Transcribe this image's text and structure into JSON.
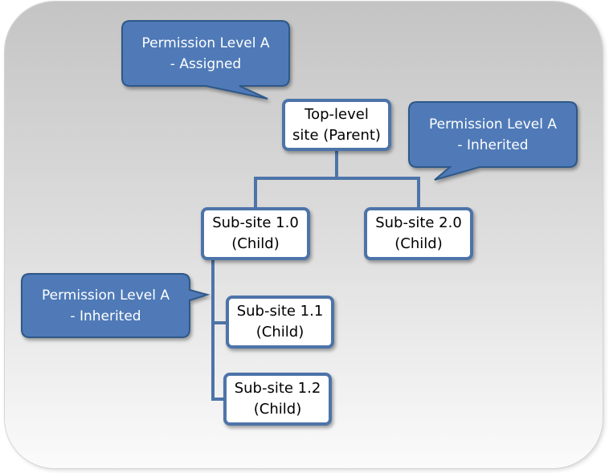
{
  "callouts": {
    "assigned": {
      "line1": "Permission Level A",
      "line2": "- Assigned"
    },
    "inherited_right": {
      "line1": "Permission Level A",
      "line2": "- Inherited"
    },
    "inherited_left": {
      "line1": "Permission Level A",
      "line2": "- Inherited"
    }
  },
  "nodes": {
    "top": {
      "line1": "Top-level",
      "line2": "site (Parent)"
    },
    "sub10": {
      "line1": "Sub-site 1.0",
      "line2": "(Child)"
    },
    "sub20": {
      "line1": "Sub-site 2.0",
      "line2": "(Child)"
    },
    "sub11": {
      "line1": "Sub-site 1.1",
      "line2": "(Child)"
    },
    "sub12": {
      "line1": "Sub-site 1.2",
      "line2": "(Child)"
    }
  },
  "colors": {
    "node_border": "#4d74a9",
    "callout_fill": "#4f7ab7",
    "callout_border": "#2f5888",
    "connector": "#4d74a9"
  }
}
